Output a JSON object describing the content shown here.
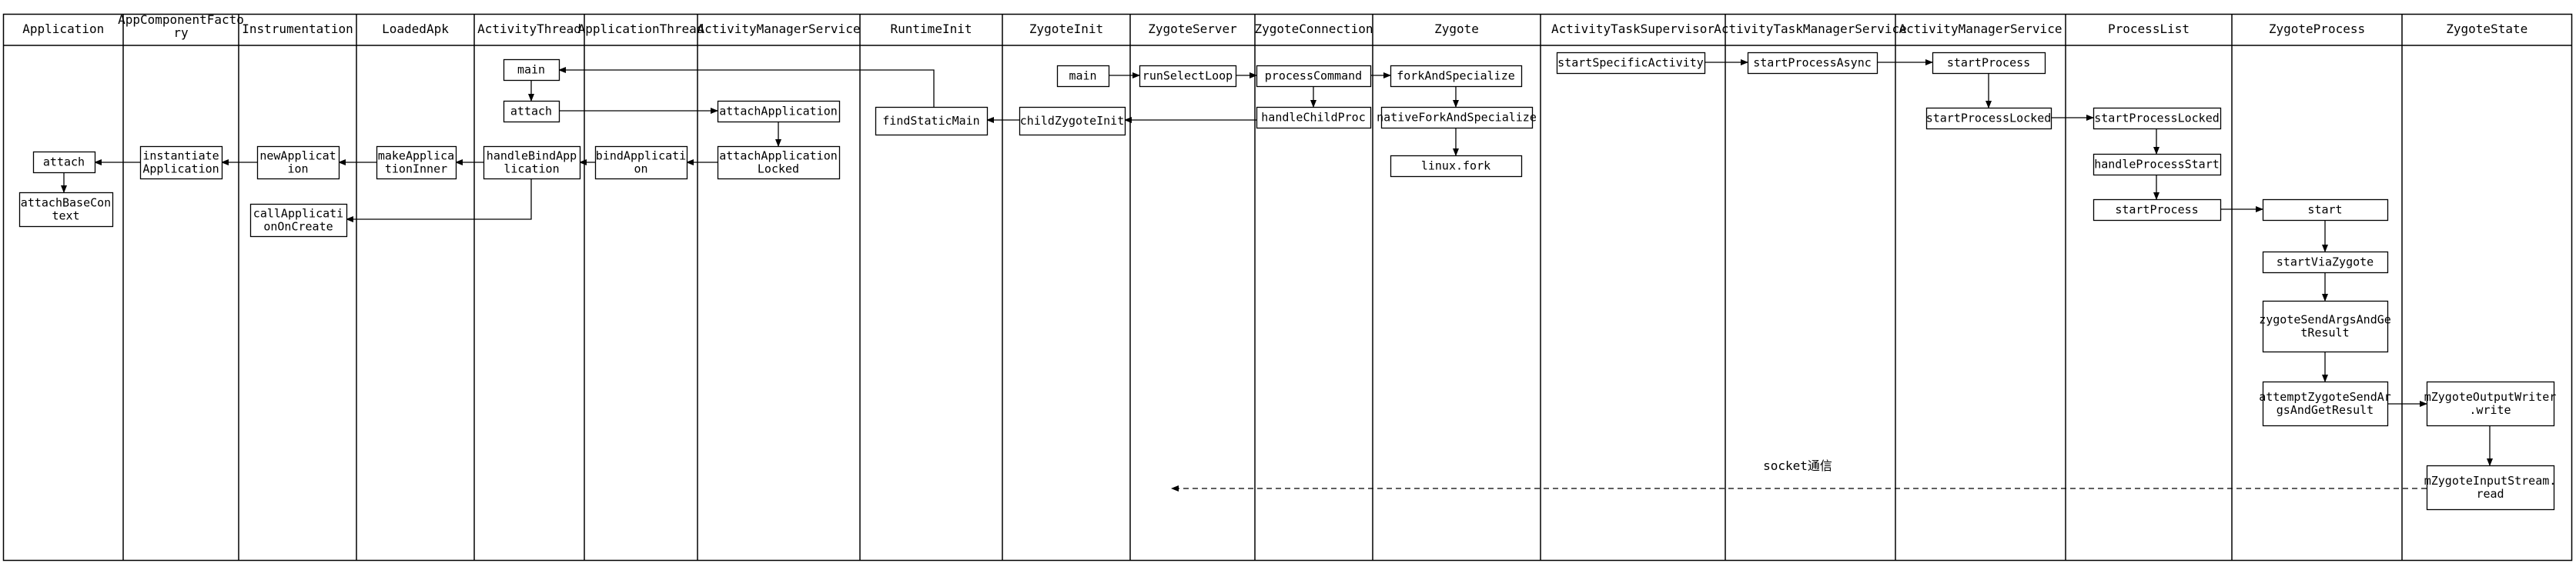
{
  "diagram": {
    "type": "swimlane-sequence",
    "lanes": [
      {
        "id": "application",
        "title": "Application"
      },
      {
        "id": "appcomponentfactory",
        "title": "AppComponentFacto\nry"
      },
      {
        "id": "instrumentation",
        "title": "Instrumentation"
      },
      {
        "id": "loadedapk",
        "title": "LoadedApk"
      },
      {
        "id": "activitythread",
        "title": "ActivityThread"
      },
      {
        "id": "applicationthread",
        "title": "ApplicationThread"
      },
      {
        "id": "ams",
        "title": "ActivityManagerService"
      },
      {
        "id": "runtimeinit",
        "title": "RuntimeInit"
      },
      {
        "id": "zygoteinit",
        "title": "ZygoteInit"
      },
      {
        "id": "zygoteserver",
        "title": "ZygoteServer"
      },
      {
        "id": "zygoteconnection",
        "title": "ZygoteConnection"
      },
      {
        "id": "zygote",
        "title": "Zygote"
      },
      {
        "id": "activitytasksupervisor",
        "title": "ActivityTaskSupervisor"
      },
      {
        "id": "atms",
        "title": "ActivityTaskManagerService"
      },
      {
        "id": "ams2",
        "title": "ActivityManagerService"
      },
      {
        "id": "processlist",
        "title": "ProcessList"
      },
      {
        "id": "zygoteprocess",
        "title": "ZygoteProcess"
      },
      {
        "id": "zygotestate",
        "title": "ZygoteState"
      }
    ],
    "nodes": [
      {
        "id": "app_attach",
        "lane": "application",
        "text": "attach"
      },
      {
        "id": "app_attachBaseContext",
        "lane": "application",
        "text": "attachBaseCon\ntext"
      },
      {
        "id": "acf_instantiate",
        "lane": "appcomponentfactory",
        "text": "instantiate\nApplication"
      },
      {
        "id": "inst_newApplication",
        "lane": "instrumentation",
        "text": "newApplicat\nion"
      },
      {
        "id": "inst_callOnCreate",
        "lane": "instrumentation",
        "text": "callApplicati\nonOnCreate"
      },
      {
        "id": "lapk_makeApplication",
        "lane": "loadedapk",
        "text": "makeApplica\ntionInner"
      },
      {
        "id": "at_main",
        "lane": "activitythread",
        "text": "main"
      },
      {
        "id": "at_attach",
        "lane": "activitythread",
        "text": "attach"
      },
      {
        "id": "at_handleBindApplication",
        "lane": "activitythread",
        "text": "handleBindApp\nlication"
      },
      {
        "id": "apt_bindApplication",
        "lane": "applicationthread",
        "text": "bindApplicati\non"
      },
      {
        "id": "ams_attachApplication",
        "lane": "ams",
        "text": "attachApplication"
      },
      {
        "id": "ams_attachApplicationLocked",
        "lane": "ams",
        "text": "attachApplication\nLocked"
      },
      {
        "id": "ri_findStaticMain",
        "lane": "runtimeinit",
        "text": "findStaticMain"
      },
      {
        "id": "zi_main",
        "lane": "zygoteinit",
        "text": "main"
      },
      {
        "id": "zi_childZygoteInit",
        "lane": "zygoteinit",
        "text": "childZygoteInit"
      },
      {
        "id": "zs_runSelectLoop",
        "lane": "zygoteserver",
        "text": "runSelectLoop"
      },
      {
        "id": "zc_processCommand",
        "lane": "zygoteconnection",
        "text": "processCommand"
      },
      {
        "id": "zc_handleChildProc",
        "lane": "zygoteconnection",
        "text": "handleChildProc"
      },
      {
        "id": "z_forkAndSpecialize",
        "lane": "zygote",
        "text": "forkAndSpecialize"
      },
      {
        "id": "z_nativeForkAndSpecialize",
        "lane": "zygote",
        "text": "nativeForkAndSpecialize"
      },
      {
        "id": "z_linuxfork",
        "lane": "zygote",
        "text": "linux.fork"
      },
      {
        "id": "ats_startSpecificActivity",
        "lane": "activitytasksupervisor",
        "text": "startSpecificActivity"
      },
      {
        "id": "atms_startProcessAsync",
        "lane": "atms",
        "text": "startProcessAsync"
      },
      {
        "id": "ams2_startProcess",
        "lane": "ams2",
        "text": "startProcess"
      },
      {
        "id": "ams2_startProcessLocked",
        "lane": "ams2",
        "text": "startProcessLocked"
      },
      {
        "id": "pl_startProcessLocked",
        "lane": "processlist",
        "text": "startProcessLocked"
      },
      {
        "id": "pl_handleProcessStart",
        "lane": "processlist",
        "text": "handleProcessStart"
      },
      {
        "id": "pl_startProcess",
        "lane": "processlist",
        "text": "startProcess"
      },
      {
        "id": "zp_start",
        "lane": "zygoteprocess",
        "text": "start"
      },
      {
        "id": "zp_startViaZygote",
        "lane": "zygoteprocess",
        "text": "startViaZygote"
      },
      {
        "id": "zp_zygoteSendArgs",
        "lane": "zygoteprocess",
        "text": "zygoteSendArgsAndGe\ntResult"
      },
      {
        "id": "zp_attemptZygoteSend",
        "lane": "zygoteprocess",
        "text": "attemptZygoteSendAr\ngsAndGetResult"
      },
      {
        "id": "zst_outputWrite",
        "lane": "zygotestate",
        "text": "mZygoteOutputWriter\n.write"
      },
      {
        "id": "zst_inputRead",
        "lane": "zygotestate",
        "text": "mZygoteInputStream.\nread"
      }
    ],
    "edges": [
      {
        "from": "ats_startSpecificActivity",
        "to": "atms_startProcessAsync"
      },
      {
        "from": "atms_startProcessAsync",
        "to": "ams2_startProcess"
      },
      {
        "from": "ams2_startProcess",
        "to": "ams2_startProcessLocked"
      },
      {
        "from": "ams2_startProcessLocked",
        "to": "pl_startProcessLocked"
      },
      {
        "from": "pl_startProcessLocked",
        "to": "pl_handleProcessStart"
      },
      {
        "from": "pl_handleProcessStart",
        "to": "pl_startProcess"
      },
      {
        "from": "pl_startProcess",
        "to": "zp_start"
      },
      {
        "from": "zp_start",
        "to": "zp_startViaZygote"
      },
      {
        "from": "zp_startViaZygote",
        "to": "zp_zygoteSendArgs"
      },
      {
        "from": "zp_zygoteSendArgs",
        "to": "zp_attemptZygoteSend"
      },
      {
        "from": "zp_attemptZygoteSend",
        "to": "zst_outputWrite"
      },
      {
        "from": "zst_outputWrite",
        "to": "zst_inputRead"
      },
      {
        "from": "zst_inputRead",
        "to": "zygoteserver",
        "style": "dashed",
        "label": "socket通信"
      },
      {
        "from": "zi_main",
        "to": "zs_runSelectLoop"
      },
      {
        "from": "zs_runSelectLoop",
        "to": "zc_processCommand"
      },
      {
        "from": "zc_processCommand",
        "to": "z_forkAndSpecialize"
      },
      {
        "from": "z_forkAndSpecialize",
        "to": "z_nativeForkAndSpecialize"
      },
      {
        "from": "z_nativeForkAndSpecialize",
        "to": "z_linuxfork"
      },
      {
        "from": "zc_processCommand",
        "to": "zc_handleChildProc"
      },
      {
        "from": "zc_handleChildProc",
        "to": "zi_childZygoteInit"
      },
      {
        "from": "zi_childZygoteInit",
        "to": "ri_findStaticMain"
      },
      {
        "from": "ri_findStaticMain",
        "to": "at_main"
      },
      {
        "from": "at_main",
        "to": "at_attach"
      },
      {
        "from": "at_attach",
        "to": "ams_attachApplication"
      },
      {
        "from": "ams_attachApplication",
        "to": "ams_attachApplicationLocked"
      },
      {
        "from": "ams_attachApplicationLocked",
        "to": "apt_bindApplication"
      },
      {
        "from": "apt_bindApplication",
        "to": "at_handleBindApplication"
      },
      {
        "from": "at_handleBindApplication",
        "to": "lapk_makeApplication"
      },
      {
        "from": "lapk_makeApplication",
        "to": "inst_newApplication"
      },
      {
        "from": "inst_newApplication",
        "to": "acf_instantiate"
      },
      {
        "from": "acf_instantiate",
        "to": "app_attach"
      },
      {
        "from": "app_attach",
        "to": "app_attachBaseContext"
      },
      {
        "from": "at_handleBindApplication",
        "to": "inst_callOnCreate"
      }
    ]
  }
}
